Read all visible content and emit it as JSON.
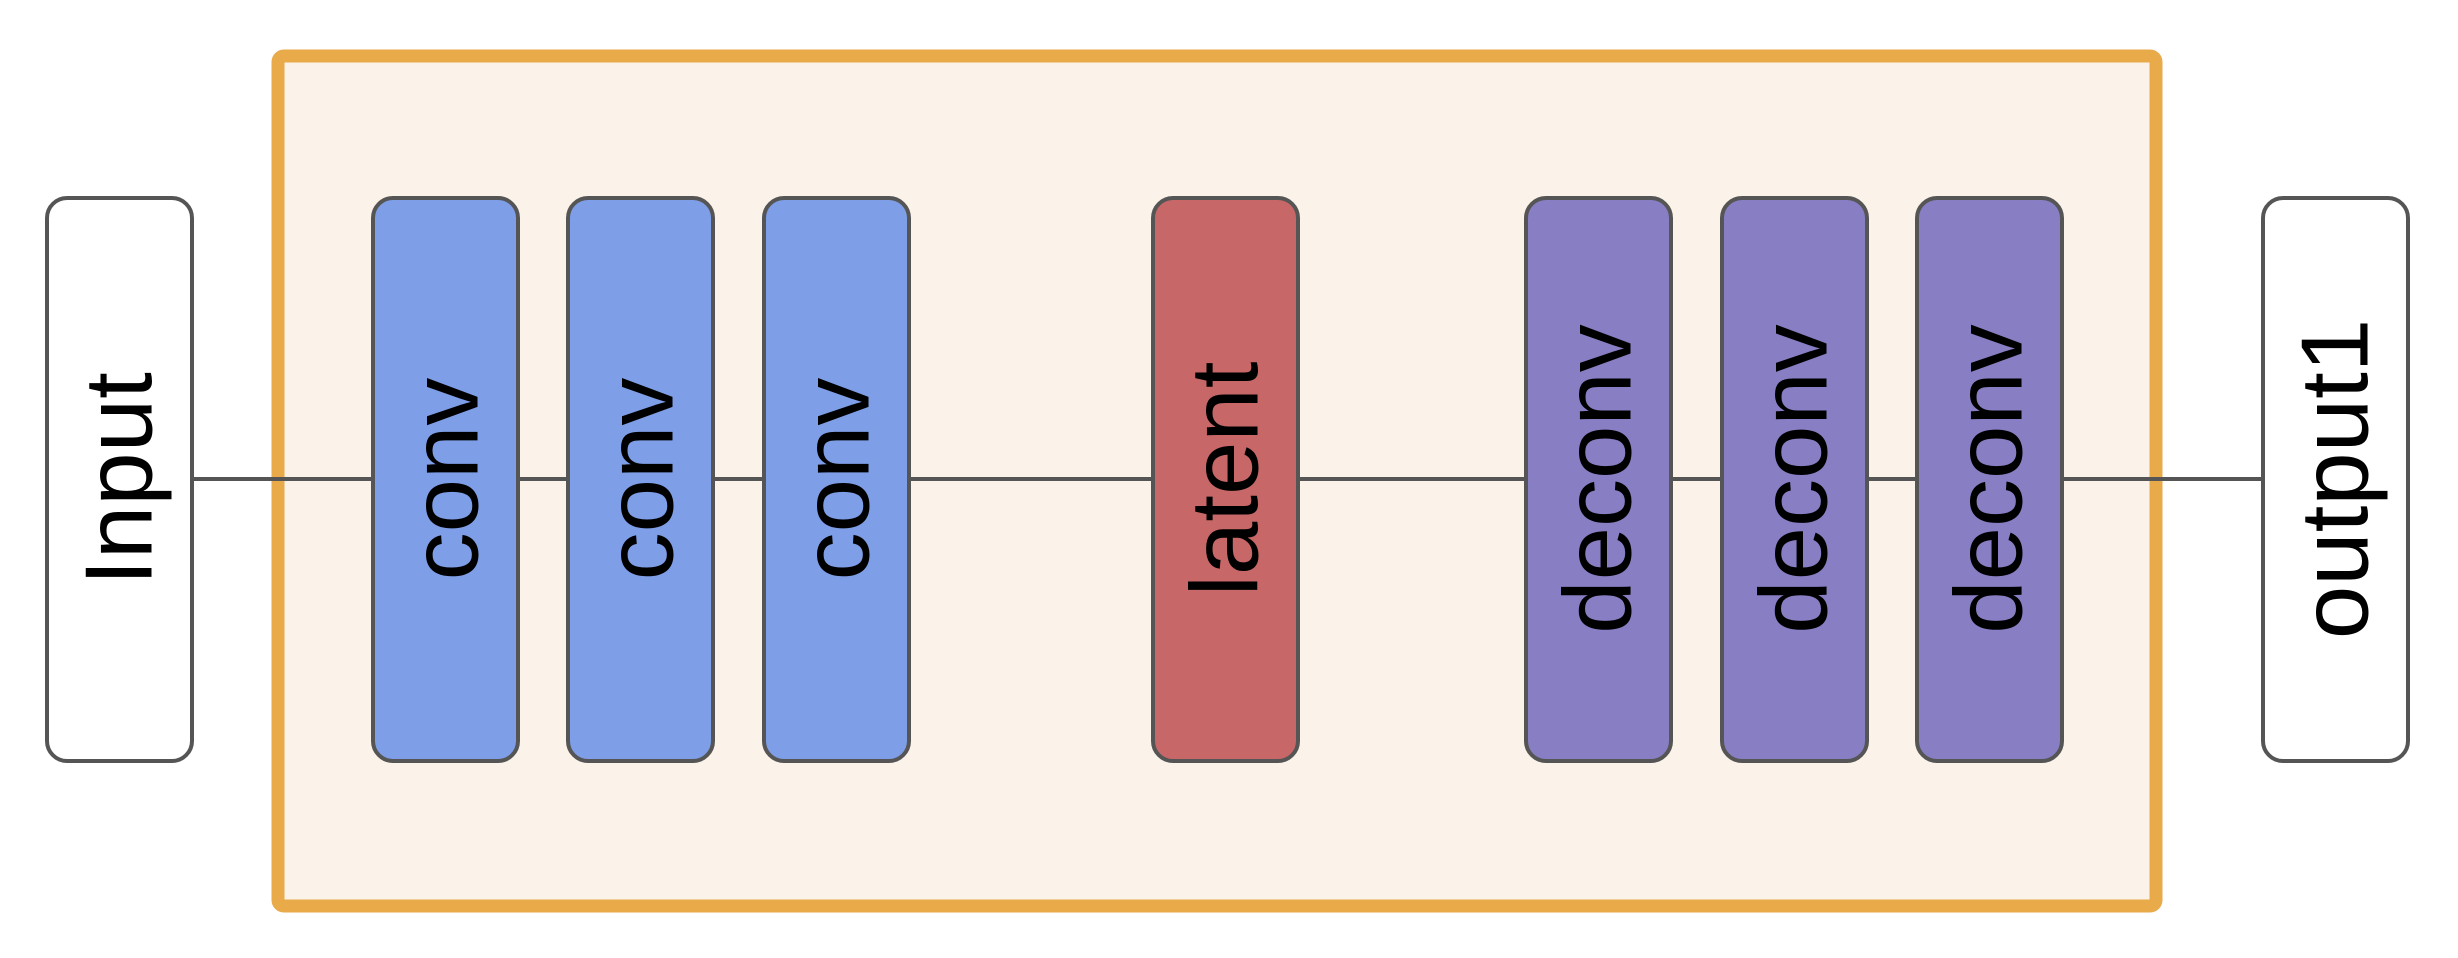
{
  "diagram": {
    "input": {
      "label": "Input"
    },
    "encoder": [
      {
        "label": "conv"
      },
      {
        "label": "conv"
      },
      {
        "label": "conv"
      }
    ],
    "latent": {
      "label": "latent"
    },
    "decoder": [
      {
        "label": "deconv"
      },
      {
        "label": "deconv"
      },
      {
        "label": "deconv"
      }
    ],
    "output": {
      "label": "output1"
    }
  },
  "colors": {
    "container_border": "#E9AA4A",
    "container_fill": "#FBF3E9",
    "encoder_fill": "#7E9EE7",
    "latent_fill": "#C86767",
    "decoder_fill": "#877EC3",
    "io_fill": "#FFFFFF",
    "node_stroke": "#555555",
    "connector": "#555555"
  }
}
